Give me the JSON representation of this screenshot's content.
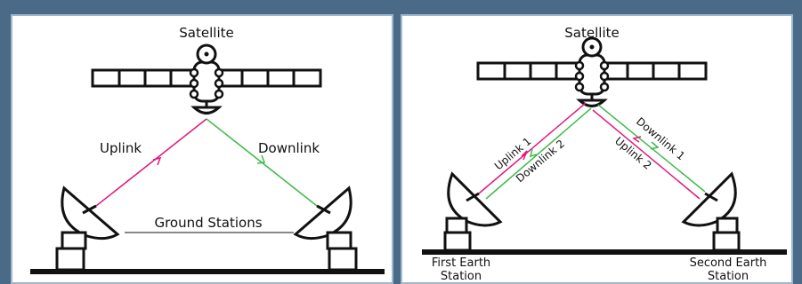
{
  "left_panel": {
    "satellite_label": "Satellite",
    "uplink_label": "Uplink",
    "downlink_label": "Downlink",
    "ground_label": "Ground Stations"
  },
  "right_panel": {
    "satellite_label": "Satellite",
    "uplink1_label": "Uplink 1",
    "downlink2_label": "Downlink 2",
    "downlink1_label": "Downlink 1",
    "uplink2_label": "Uplink 2",
    "first_station_line1": "First Earth",
    "first_station_line2": "Station",
    "second_station_line1": "Second Earth",
    "second_station_line2": "Station"
  },
  "colors": {
    "uplink": "#e0197d",
    "downlink": "#3dbb4b",
    "background": "#4a6a87",
    "panel_border": "#9fb6cc"
  }
}
